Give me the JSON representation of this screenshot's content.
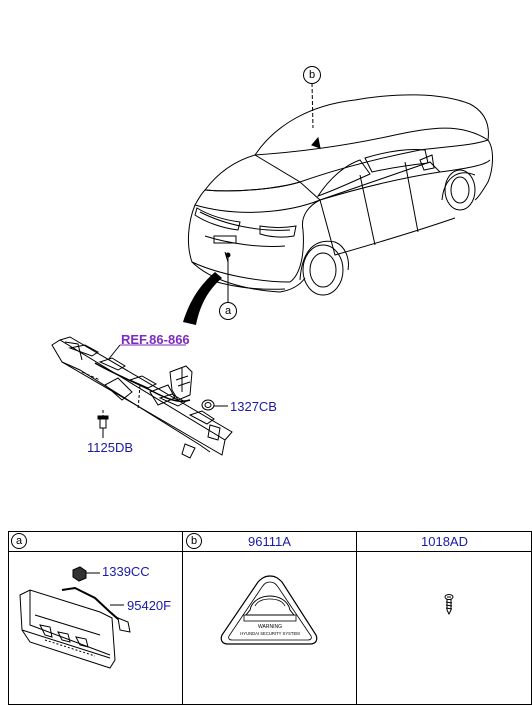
{
  "callouts": {
    "a": "a",
    "b": "b"
  },
  "parts": {
    "ref": "REF.86-866",
    "p1327cb": "1327CB",
    "p1125db": "1125DB",
    "p1339cc": "1339CC",
    "p95420f": "95420F"
  },
  "table": {
    "col1_tag": "a",
    "col2_tag": "b",
    "col2_code": "96111A",
    "col3_code": "1018AD"
  },
  "badge": {
    "text_top": "WARNING",
    "text_bottom": "HYUNDAI SECURITY SYSTEM"
  }
}
